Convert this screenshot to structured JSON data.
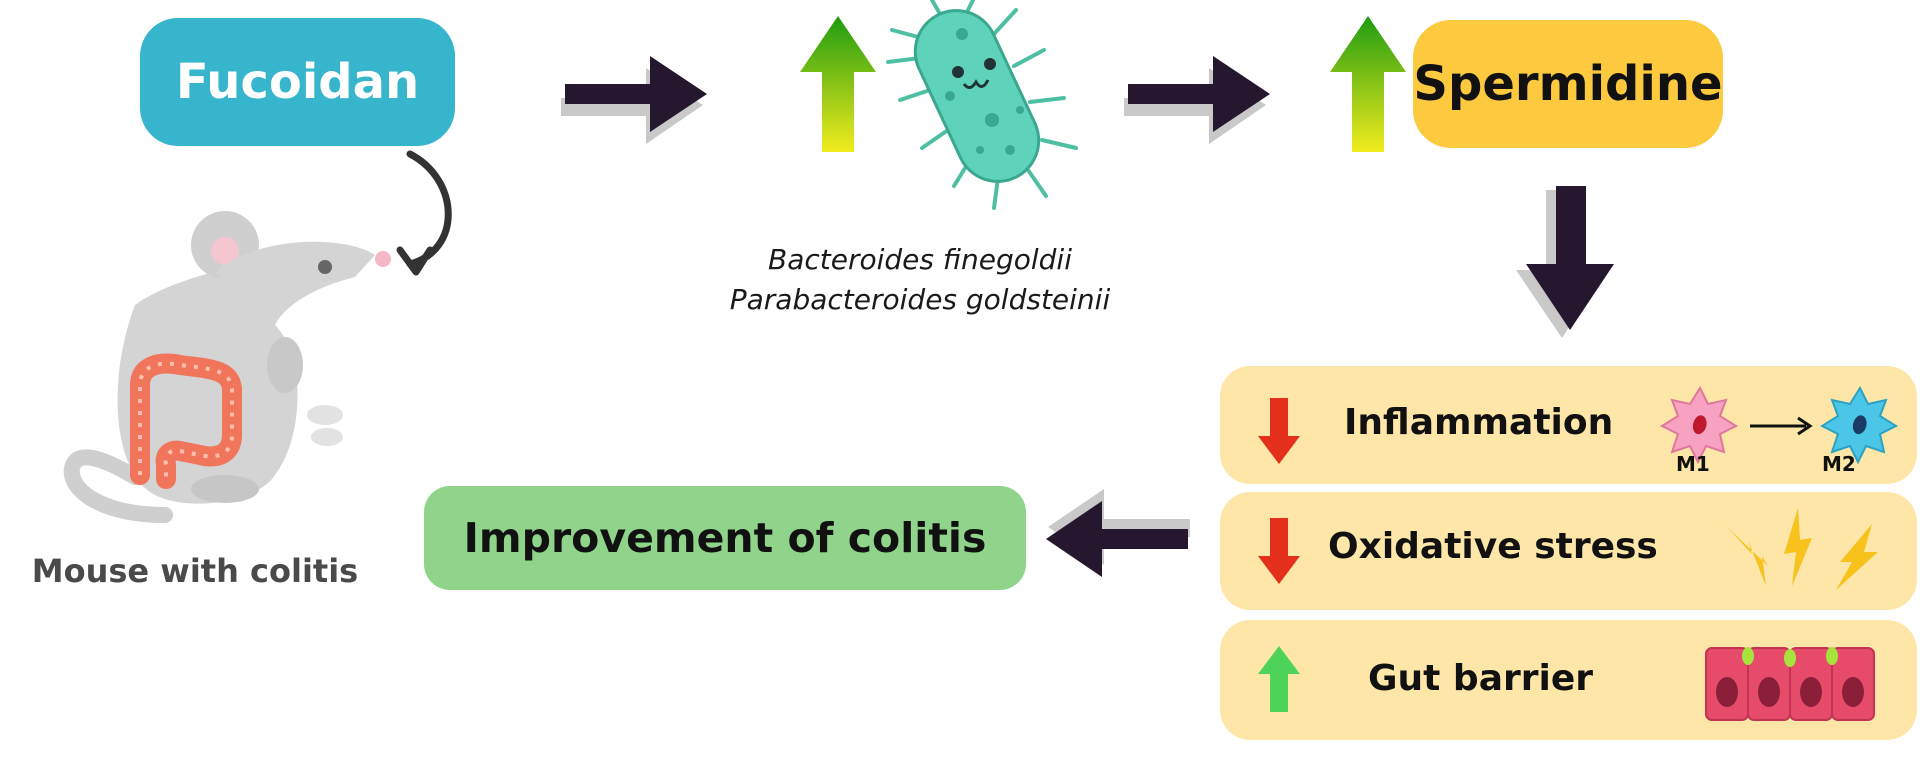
{
  "colors": {
    "fucoidan_bg": "#36b5cc",
    "spermidine_bg": "#fdc93f",
    "improvement_bg": "#8fd48a",
    "effect_row_bg": "#fde6a7",
    "flow_arrow": "#25172e",
    "up_arrow_top": "#1e9b0f",
    "up_arrow_bottom": "#f2ec1e",
    "down_arrow": "#e42f1a",
    "gut_up_arrow": "#4ed35a",
    "bacterium": "#5fd3b9",
    "mouse": "#d4d4d4",
    "colon": "#f05a3c",
    "lightning": "#f7c21c",
    "epithelium": "#e64c6a"
  },
  "nodes": {
    "fucoidan": "Fucoidan",
    "spermidine": "Spermidine",
    "improvement": "Improvement of colitis",
    "mouse_label": "Mouse with colitis"
  },
  "bacteria": {
    "icon": "bacterium-icon",
    "names": [
      "Bacteroides finegoldii",
      "Parabacteroides goldsteinii"
    ]
  },
  "effects": [
    {
      "label": "Inflammation",
      "direction": "down",
      "icon": "macrophage-polarization-icon"
    },
    {
      "label": "Oxidative stress",
      "direction": "down",
      "icon": "lightning-icon"
    },
    {
      "label": "Gut barrier",
      "direction": "up",
      "icon": "epithelial-cells-icon"
    }
  ],
  "macrophage": {
    "from": "M1",
    "to": "M2"
  }
}
